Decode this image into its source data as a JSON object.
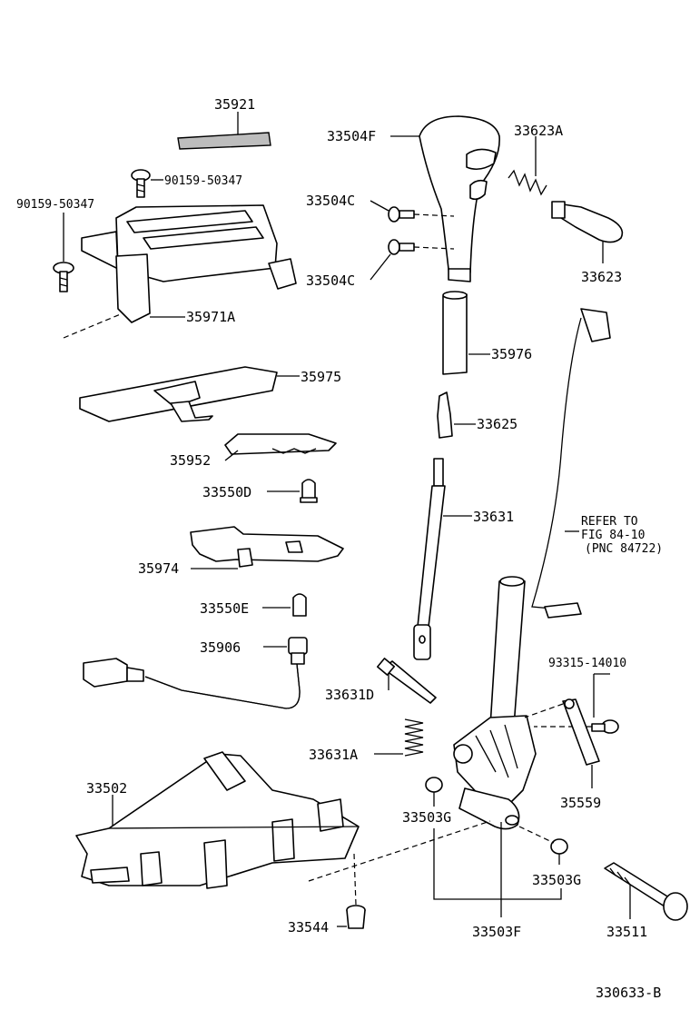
{
  "figure_code": "330633-B",
  "labels": {
    "p35921": "35921",
    "p90159_r": "90159-50347",
    "p90159_l": "90159-50347",
    "p35971A": "35971A",
    "p35975": "35975",
    "p35952": "35952",
    "p33550D": "33550D",
    "p35974": "35974",
    "p33550E": "33550E",
    "p35906": "35906",
    "p33502": "33502",
    "p33544": "33544",
    "p33504F": "33504F",
    "p33504C_a": "33504C",
    "p33504C_b": "33504C",
    "p33623A": "33623A",
    "p33623": "33623",
    "p35976": "35976",
    "p33625": "33625",
    "p33631": "33631",
    "p33631D": "33631D",
    "p33631A": "33631A",
    "p33503G_a": "33503G",
    "p33503G_b": "33503G",
    "p33503F": "33503F",
    "p93315": "93315-14010",
    "p35559": "35559",
    "p33511": "33511"
  },
  "refer_note": {
    "line1": "REFER TO",
    "line2": "FIG 84-10",
    "line3": "(PNC 84722)"
  }
}
